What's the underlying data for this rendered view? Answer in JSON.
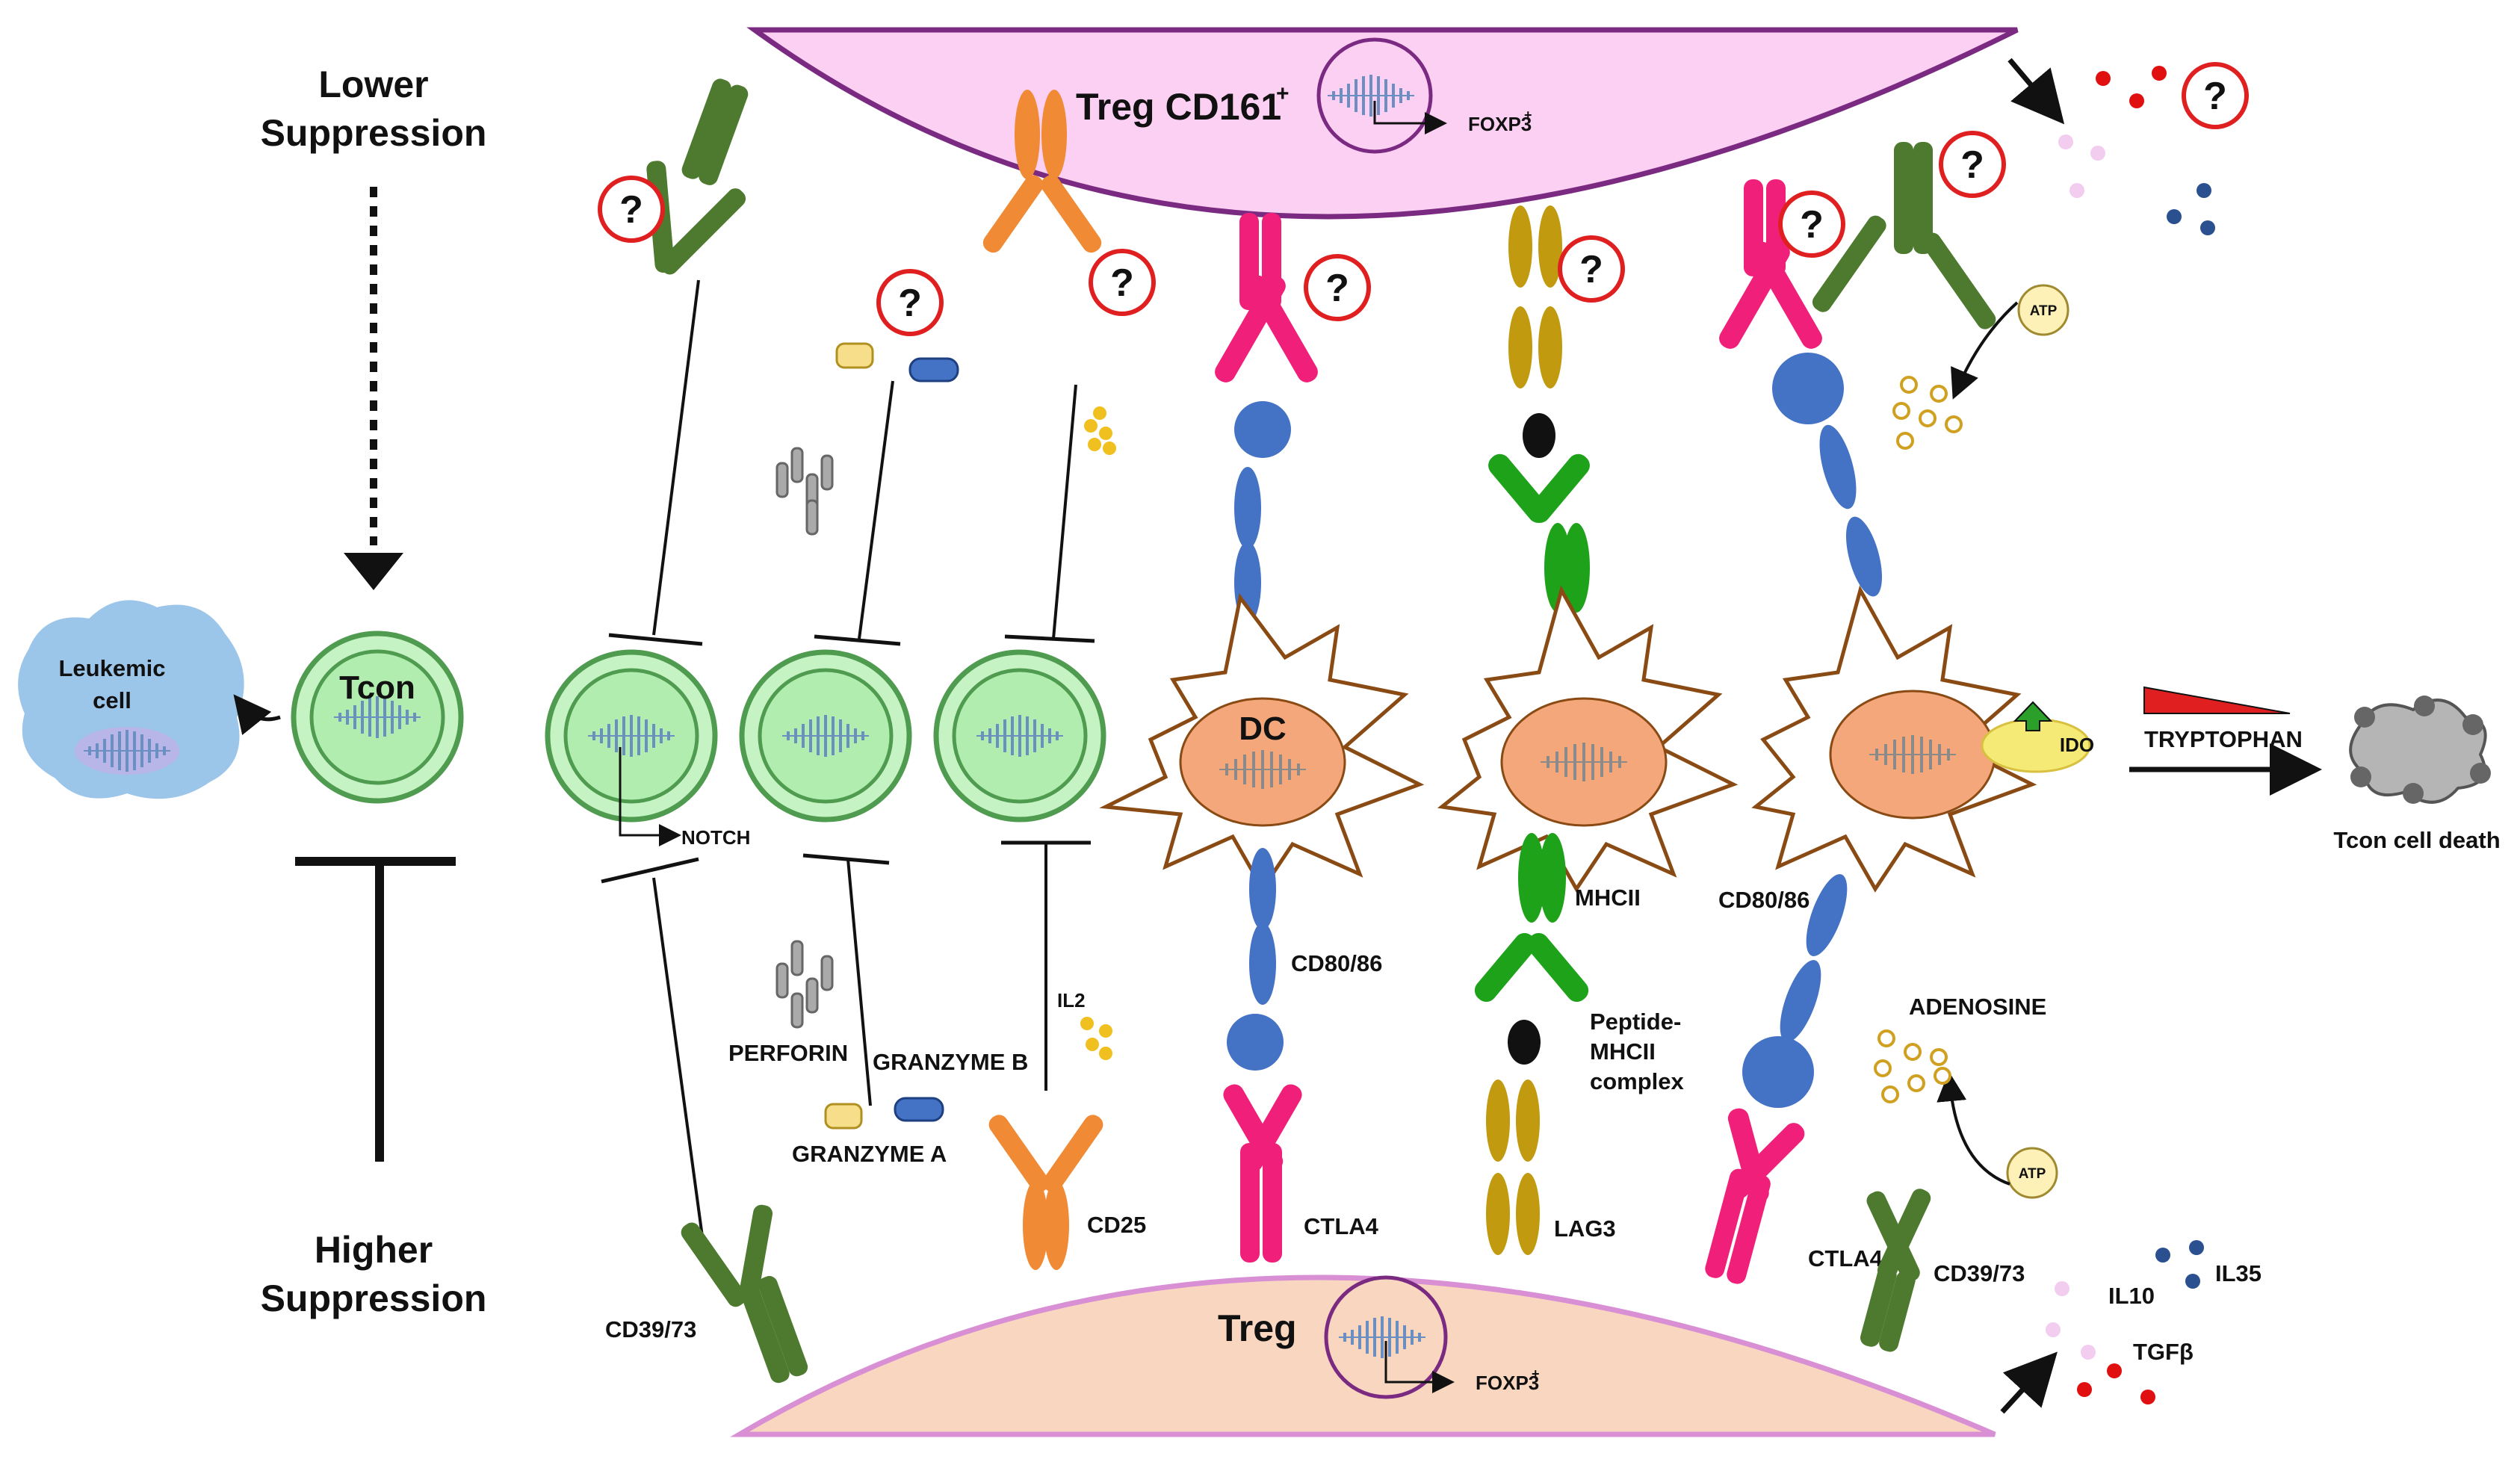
{
  "side_labels": {
    "lower_line1": "Lower",
    "lower_line2": "Suppression",
    "higher_line1": "Higher",
    "higher_line2": "Suppression"
  },
  "cells": {
    "treg_cd161": "Treg CD161",
    "treg_cd161_sup": "+",
    "treg": "Treg",
    "foxp3": "FOXP3",
    "foxp3_sup": "+",
    "tcon": "Tcon",
    "leukemic_line1": "Leukemic",
    "leukemic_line2": "cell",
    "dc": "DC",
    "tcon_death": "Tcon cell death"
  },
  "molecules": {
    "notch": "NOTCH",
    "perforin": "PERFORIN",
    "granzyme_b": "GRANZYME B",
    "granzyme_a": "GRANZYME A",
    "il2": "IL2",
    "cd25": "CD25",
    "cd80_86_mid": "CD80/86",
    "cd80_86_right": "CD80/86",
    "ctla4_mid": "CTLA4",
    "ctla4_right": "CTLA4",
    "mhcii": "MHCII",
    "peptide_line1": "Peptide-",
    "peptide_line2": "MHCII",
    "peptide_line3": "complex",
    "lag3": "LAG3",
    "adenosine": "ADENOSINE",
    "atp_top": "ATP",
    "atp_bottom": "ATP",
    "cd39_73_left": "CD39/73",
    "cd39_73_right": "CD39/73",
    "il10": "IL10",
    "il35": "IL35",
    "tgfb": "TGFβ",
    "ido": "IDO",
    "tryptophan": "TRYPTOPHAN",
    "question": "?"
  },
  "colors": {
    "treg_cd161_fill": "#fbd0f2",
    "treg_cd161_border": "#7b2a82",
    "treg_fill": "#f9d6c0",
    "treg_border": "#d88fd4",
    "tcon_fill": "#b7f0b5",
    "tcon_border": "#4f9b4f",
    "dc_body": "#ffffff",
    "dc_border": "#8a4a14",
    "dc_nucleus": "#f3a77a",
    "leukemic": "#9cc5ea",
    "cd39_green": "#4e7a2f",
    "cd25_orange": "#f08a34",
    "ctla4_pink": "#f0207a",
    "cd80_blue": "#4472c4",
    "lag3_gold": "#c19a10",
    "mhcii_green": "#1ea21a",
    "question_red": "#e02020",
    "red_dot": "#e01010",
    "pink_dot": "#f2cdf0",
    "blue_dot": "#2a5090",
    "yellow_dot": "#f0c020"
  }
}
